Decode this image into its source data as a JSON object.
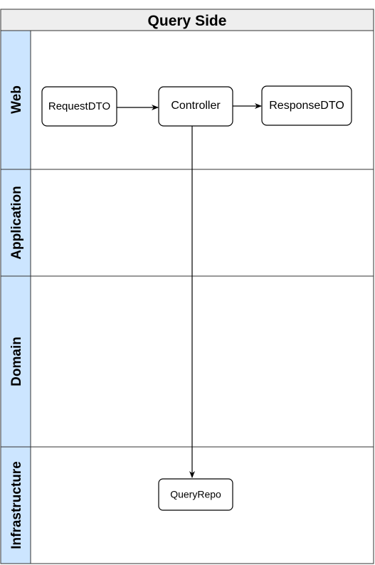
{
  "pool": {
    "title": "Query Side"
  },
  "lanes": [
    {
      "label": "Web"
    },
    {
      "label": "Application"
    },
    {
      "label": "Domain"
    },
    {
      "label": "Infrastructure"
    }
  ],
  "nodes": {
    "request_dto": "RequestDTO",
    "controller": "Controller",
    "response_dto": "ResponseDTO",
    "query_repo": "QueryRepo"
  },
  "colors": {
    "header_fill": "#eeeeee",
    "lane_header_fill": "#cce5ff",
    "border": "#333333",
    "node_border": "#000000",
    "arrow": "#000000"
  }
}
